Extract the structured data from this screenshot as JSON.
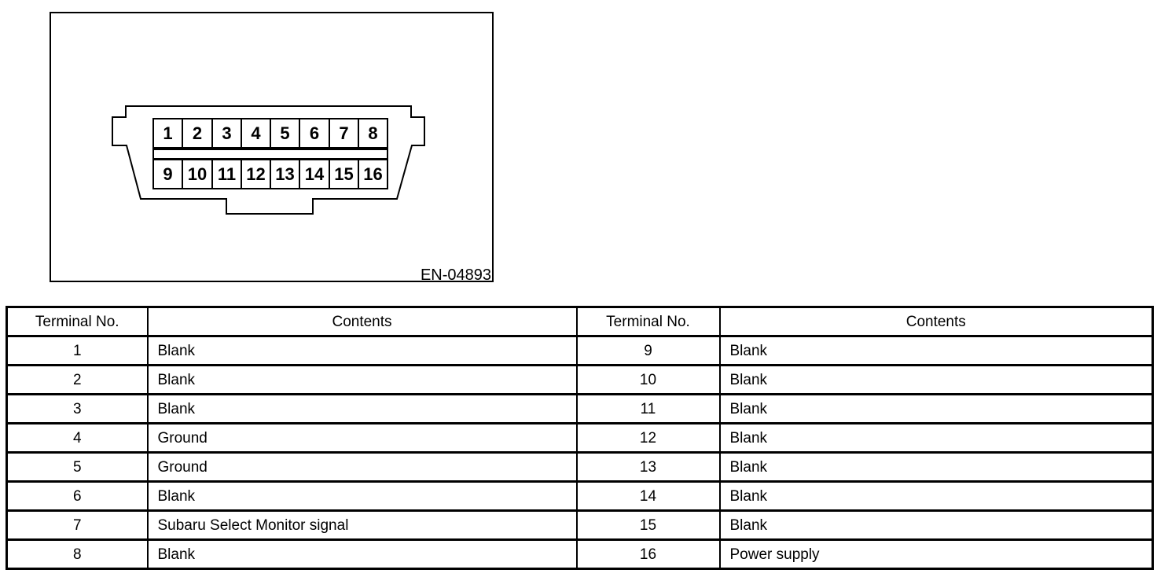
{
  "colors": {
    "line": "#000000",
    "background": "#ffffff"
  },
  "figure": {
    "label": "EN-04893",
    "pins_top": [
      "1",
      "2",
      "3",
      "4",
      "5",
      "6",
      "7",
      "8"
    ],
    "pins_bottom": [
      "9",
      "10",
      "11",
      "12",
      "13",
      "14",
      "15",
      "16"
    ]
  },
  "table": {
    "headers": {
      "terminal_left": "Terminal No.",
      "contents_left": "Contents",
      "terminal_right": "Terminal No.",
      "contents_right": "Contents"
    },
    "rows": [
      {
        "tl": "1",
        "cl": "Blank",
        "tr": "9",
        "cr": "Blank"
      },
      {
        "tl": "2",
        "cl": "Blank",
        "tr": "10",
        "cr": "Blank"
      },
      {
        "tl": "3",
        "cl": "Blank",
        "tr": "11",
        "cr": "Blank"
      },
      {
        "tl": "4",
        "cl": "Ground",
        "tr": "12",
        "cr": "Blank"
      },
      {
        "tl": "5",
        "cl": "Ground",
        "tr": "13",
        "cr": "Blank"
      },
      {
        "tl": "6",
        "cl": "Blank",
        "tr": "14",
        "cr": "Blank"
      },
      {
        "tl": "7",
        "cl": "Subaru Select Monitor signal",
        "tr": "15",
        "cr": "Blank"
      },
      {
        "tl": "8",
        "cl": "Blank",
        "tr": "16",
        "cr": "Power supply"
      }
    ]
  }
}
